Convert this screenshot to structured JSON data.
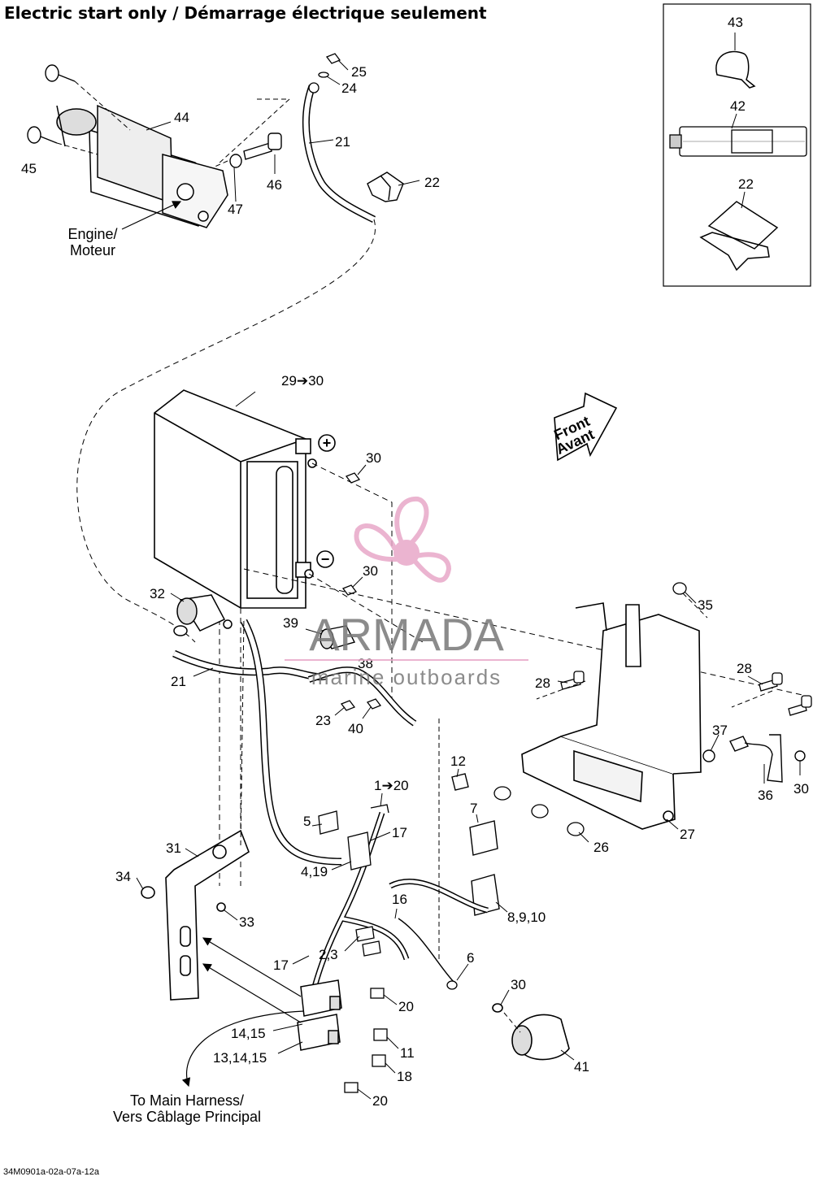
{
  "title": "Electric start only / Démarrage électrique seulement",
  "doc_ref": "34M0901a-02a-07a-12a",
  "watermark": {
    "brand": "ARMADA",
    "tagline": "marine outboards",
    "accent": "#e8a8c8",
    "color": "#777777"
  },
  "notes": {
    "engine_1": "Engine/",
    "engine_2": "Moteur",
    "harness_1": "To Main Harness/",
    "harness_2": "Vers Câblage Principal",
    "front_1": "Front",
    "front_2": "Avant"
  },
  "symbols": {
    "plus": "+",
    "minus": "−"
  },
  "callouts": {
    "c43": "43",
    "c42": "42",
    "c22b": "22",
    "c25": "25",
    "c24": "24",
    "c21a": "21",
    "c22a": "22",
    "c44": "44",
    "c45": "45",
    "c46": "46",
    "c47": "47",
    "c29": "29➔30",
    "c30a": "30",
    "c30b": "30",
    "c32": "32",
    "c39": "39",
    "c38": "38",
    "c21b": "21",
    "c23": "23",
    "c40": "40",
    "c35": "35",
    "c28a": "28",
    "c28b": "28",
    "c37": "37",
    "c36": "36",
    "c30c": "30",
    "c12": "12",
    "c7": "7",
    "c27": "27",
    "c26": "26",
    "c1": "1➔20",
    "c5": "5",
    "c17a": "17",
    "c4": "4,19",
    "c31": "31",
    "c34": "34",
    "c33": "33",
    "c16": "16",
    "c8": "8,9,10",
    "c23b": "2,3",
    "c17b": "17",
    "c6": "6",
    "c30d": "30",
    "c20a": "20",
    "c14": "14,15",
    "c11": "11",
    "c13": "13,14,15",
    "c18": "18",
    "c41": "41",
    "c20b": "20"
  }
}
